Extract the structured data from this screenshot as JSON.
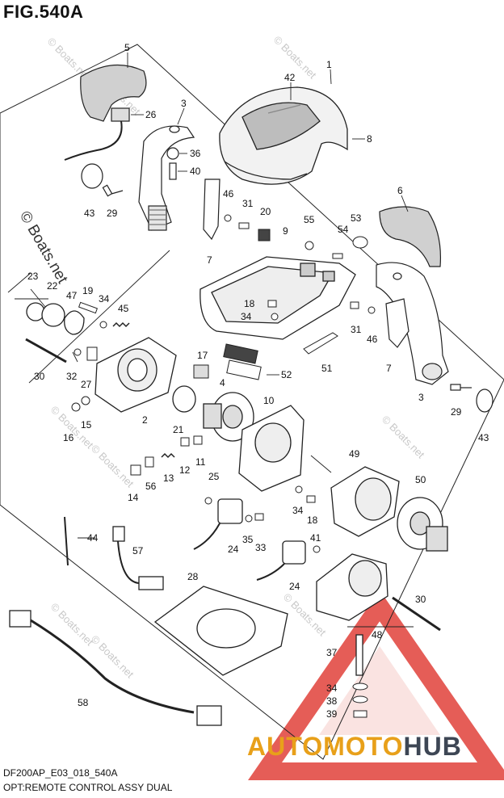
{
  "figure": {
    "title": "FIG.540A",
    "code": "DF200AP_E03_018_540A",
    "description": "OPT:REMOTE CONTROL ASSY DUAL"
  },
  "watermark": {
    "side_text": "© Boats.net",
    "light_text": "© Boats.net"
  },
  "logo": {
    "part_a": "AUTOMOTO",
    "part_b": "HUB",
    "color_a": "#e8a01a",
    "color_b": "#3d4654",
    "triangle_color": "#e0413a"
  },
  "callouts": [
    {
      "id": "1",
      "label": "1"
    },
    {
      "id": "42",
      "label": "42"
    },
    {
      "id": "8",
      "label": "8"
    },
    {
      "id": "5",
      "label": "5"
    },
    {
      "id": "26",
      "label": "26"
    },
    {
      "id": "3a",
      "label": "3"
    },
    {
      "id": "36",
      "label": "36"
    },
    {
      "id": "40",
      "label": "40"
    },
    {
      "id": "43a",
      "label": "43"
    },
    {
      "id": "29a",
      "label": "29"
    },
    {
      "id": "46a",
      "label": "46"
    },
    {
      "id": "7a",
      "label": "7"
    },
    {
      "id": "31a",
      "label": "31"
    },
    {
      "id": "20",
      "label": "20"
    },
    {
      "id": "55",
      "label": "55"
    },
    {
      "id": "53",
      "label": "53"
    },
    {
      "id": "54",
      "label": "54"
    },
    {
      "id": "9",
      "label": "9"
    },
    {
      "id": "6",
      "label": "6"
    },
    {
      "id": "23",
      "label": "23"
    },
    {
      "id": "22",
      "label": "22"
    },
    {
      "id": "47",
      "label": "47"
    },
    {
      "id": "19",
      "label": "19"
    },
    {
      "id": "34a",
      "label": "34"
    },
    {
      "id": "45",
      "label": "45"
    },
    {
      "id": "18a",
      "label": "18"
    },
    {
      "id": "34b",
      "label": "34"
    },
    {
      "id": "31b",
      "label": "31"
    },
    {
      "id": "46b",
      "label": "46"
    },
    {
      "id": "51",
      "label": "51"
    },
    {
      "id": "7b",
      "label": "7"
    },
    {
      "id": "30a",
      "label": "30"
    },
    {
      "id": "32",
      "label": "32"
    },
    {
      "id": "27",
      "label": "27"
    },
    {
      "id": "17",
      "label": "17"
    },
    {
      "id": "52",
      "label": "52"
    },
    {
      "id": "4",
      "label": "4"
    },
    {
      "id": "3b",
      "label": "3"
    },
    {
      "id": "29b",
      "label": "29"
    },
    {
      "id": "43b",
      "label": "43"
    },
    {
      "id": "16",
      "label": "16"
    },
    {
      "id": "15",
      "label": "15"
    },
    {
      "id": "2",
      "label": "2"
    },
    {
      "id": "21",
      "label": "21"
    },
    {
      "id": "10",
      "label": "10"
    },
    {
      "id": "11",
      "label": "11"
    },
    {
      "id": "12",
      "label": "12"
    },
    {
      "id": "13",
      "label": "13"
    },
    {
      "id": "56",
      "label": "56"
    },
    {
      "id": "14",
      "label": "14"
    },
    {
      "id": "25",
      "label": "25"
    },
    {
      "id": "49",
      "label": "49"
    },
    {
      "id": "50",
      "label": "50"
    },
    {
      "id": "34c",
      "label": "34"
    },
    {
      "id": "18b",
      "label": "18"
    },
    {
      "id": "44",
      "label": "44"
    },
    {
      "id": "57",
      "label": "57"
    },
    {
      "id": "24a",
      "label": "24"
    },
    {
      "id": "35",
      "label": "35"
    },
    {
      "id": "33",
      "label": "33"
    },
    {
      "id": "41",
      "label": "41"
    },
    {
      "id": "24b",
      "label": "24"
    },
    {
      "id": "28",
      "label": "28"
    },
    {
      "id": "30b",
      "label": "30"
    },
    {
      "id": "48",
      "label": "48"
    },
    {
      "id": "37",
      "label": "37"
    },
    {
      "id": "34d",
      "label": "34"
    },
    {
      "id": "38",
      "label": "38"
    },
    {
      "id": "39",
      "label": "39"
    },
    {
      "id": "58",
      "label": "58"
    }
  ]
}
